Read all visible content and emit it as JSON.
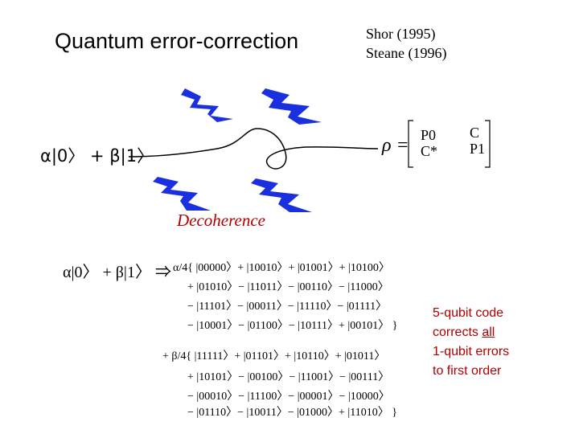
{
  "title": "Quantum error-correction",
  "references": [
    "Shor (1995)",
    "Steane (1996)"
  ],
  "state_top": "α|0〉 + β|1〉",
  "decoherence_label": "Decoherence",
  "density": {
    "rho": "ρ =",
    "p0": "P0",
    "c": "C",
    "cstar": "C*",
    "p1": "P1"
  },
  "state_bottom": "α|0〉 + β|1〉  ⇒",
  "encoding": {
    "coef1": "α/4{  |00000〉+ |10010〉+ |01001〉+ |10100〉",
    "line1": "+ |01010〉− |11011〉− |00110〉− |11000〉",
    "line2": "− |11101〉− |00011〉− |11110〉− |01111〉",
    "line3": "− |10001〉− |01100〉− |10111〉+ |00101〉 }",
    "coef2": "+  β/4{  |11111〉+ |01101〉+ |10110〉+ |01011〉",
    "line4": "+ |10101〉− |00100〉− |11001〉− |00111〉",
    "line5": "− |00010〉− |11100〉− |00001〉− |10000〉",
    "line6": "− |01110〉− |10011〉− |01000〉+ |11010〉 }"
  },
  "caption": {
    "line1": "5-qubit code",
    "line2_a": "corrects ",
    "line2_b": "all",
    "line3": "1-qubit errors",
    "line4": "to first order"
  },
  "colors": {
    "accent": "#b00000",
    "bolt": "#1a2fe0"
  }
}
